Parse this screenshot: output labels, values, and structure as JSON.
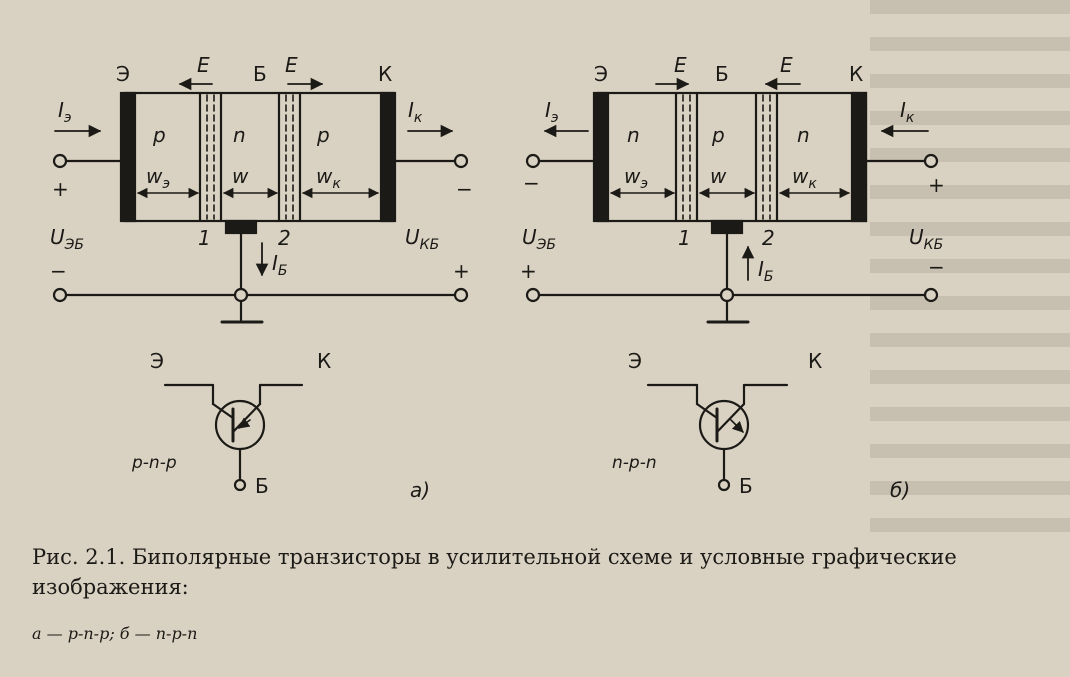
{
  "diagram": {
    "left": {
      "terminals": {
        "emitter": "Э",
        "base": "Б",
        "collector": "К"
      },
      "regions": [
        "p",
        "n",
        "p"
      ],
      "field": "E",
      "widths": {
        "w_e": "w",
        "w_e_sub": "э",
        "w": "w",
        "w_k": "w",
        "w_k_sub": "к"
      },
      "junctions": [
        "1",
        "2"
      ],
      "currents": {
        "ie": "I",
        "ie_sub": "э",
        "ik": "I",
        "ik_sub": "к",
        "ib": "I",
        "ib_sub": "Б"
      },
      "voltages": {
        "ueb": "U",
        "ueb_sub": "ЭБ",
        "ukb": "U",
        "ukb_sub": "КБ"
      },
      "polarity": {
        "emitter_terminal": "+",
        "collector_terminal": "−",
        "ueb_bottom": "−",
        "ukb_bottom": "+"
      },
      "symbol": {
        "emitter": "Э",
        "collector": "К",
        "base": "Б",
        "type": "p-n-p"
      },
      "panel_label": "а)"
    },
    "right": {
      "terminals": {
        "emitter": "Э",
        "base": "Б",
        "collector": "К"
      },
      "regions": [
        "n",
        "p",
        "n"
      ],
      "field": "E",
      "widths": {
        "w_e": "w",
        "w_e_sub": "э",
        "w": "w",
        "w_k": "w",
        "w_k_sub": "к"
      },
      "junctions": [
        "1",
        "2"
      ],
      "currents": {
        "ie": "I",
        "ie_sub": "э",
        "ik": "I",
        "ik_sub": "к",
        "ib": "I",
        "ib_sub": "Б"
      },
      "voltages": {
        "ueb": "U",
        "ueb_sub": "ЭБ",
        "ukb": "U",
        "ukb_sub": "КБ"
      },
      "polarity": {
        "emitter_terminal": "−",
        "collector_terminal": "+",
        "ueb_bottom": "+",
        "ukb_bottom": "−"
      },
      "symbol": {
        "emitter": "Э",
        "collector": "К",
        "base": "Б",
        "type": "n-p-n"
      },
      "panel_label": "б)"
    }
  },
  "caption": {
    "main": "Рис. 2.1. Биполярные транзисторы в усилительной схеме и условные графические изображения:",
    "sub": "а — p-n-p; б — n-p-n"
  },
  "colors": {
    "paper": "#d9d2c2",
    "ink": "#1c1a17"
  }
}
